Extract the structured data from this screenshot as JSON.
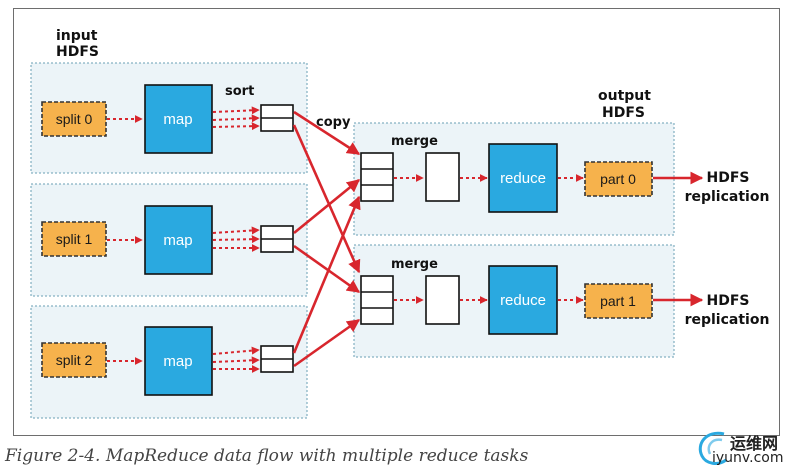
{
  "diagram": {
    "input_label_line1": "input",
    "input_label_line2": "HDFS",
    "output_label_line1": "output",
    "output_label_line2": "HDFS",
    "sort_label": "sort",
    "copy_label": "copy",
    "merge_label_1": "merge",
    "merge_label_2": "merge",
    "splits": [
      "split 0",
      "split 1",
      "split 2"
    ],
    "map_label": "map",
    "reduce_label": "reduce",
    "parts": [
      "part 0",
      "part 1"
    ],
    "hdfs_label": "HDFS",
    "replication_label": "replication",
    "colors": {
      "split_fill": "#f6b24c",
      "map_fill": "#2aa9e0",
      "panel_fill": "#ecf4f8",
      "arrow": "#d8262d"
    }
  },
  "caption": "Figure 2-4. MapReduce data flow with multiple reduce tasks",
  "watermark": {
    "top": "运维网",
    "bottom": "iyunv.com"
  }
}
